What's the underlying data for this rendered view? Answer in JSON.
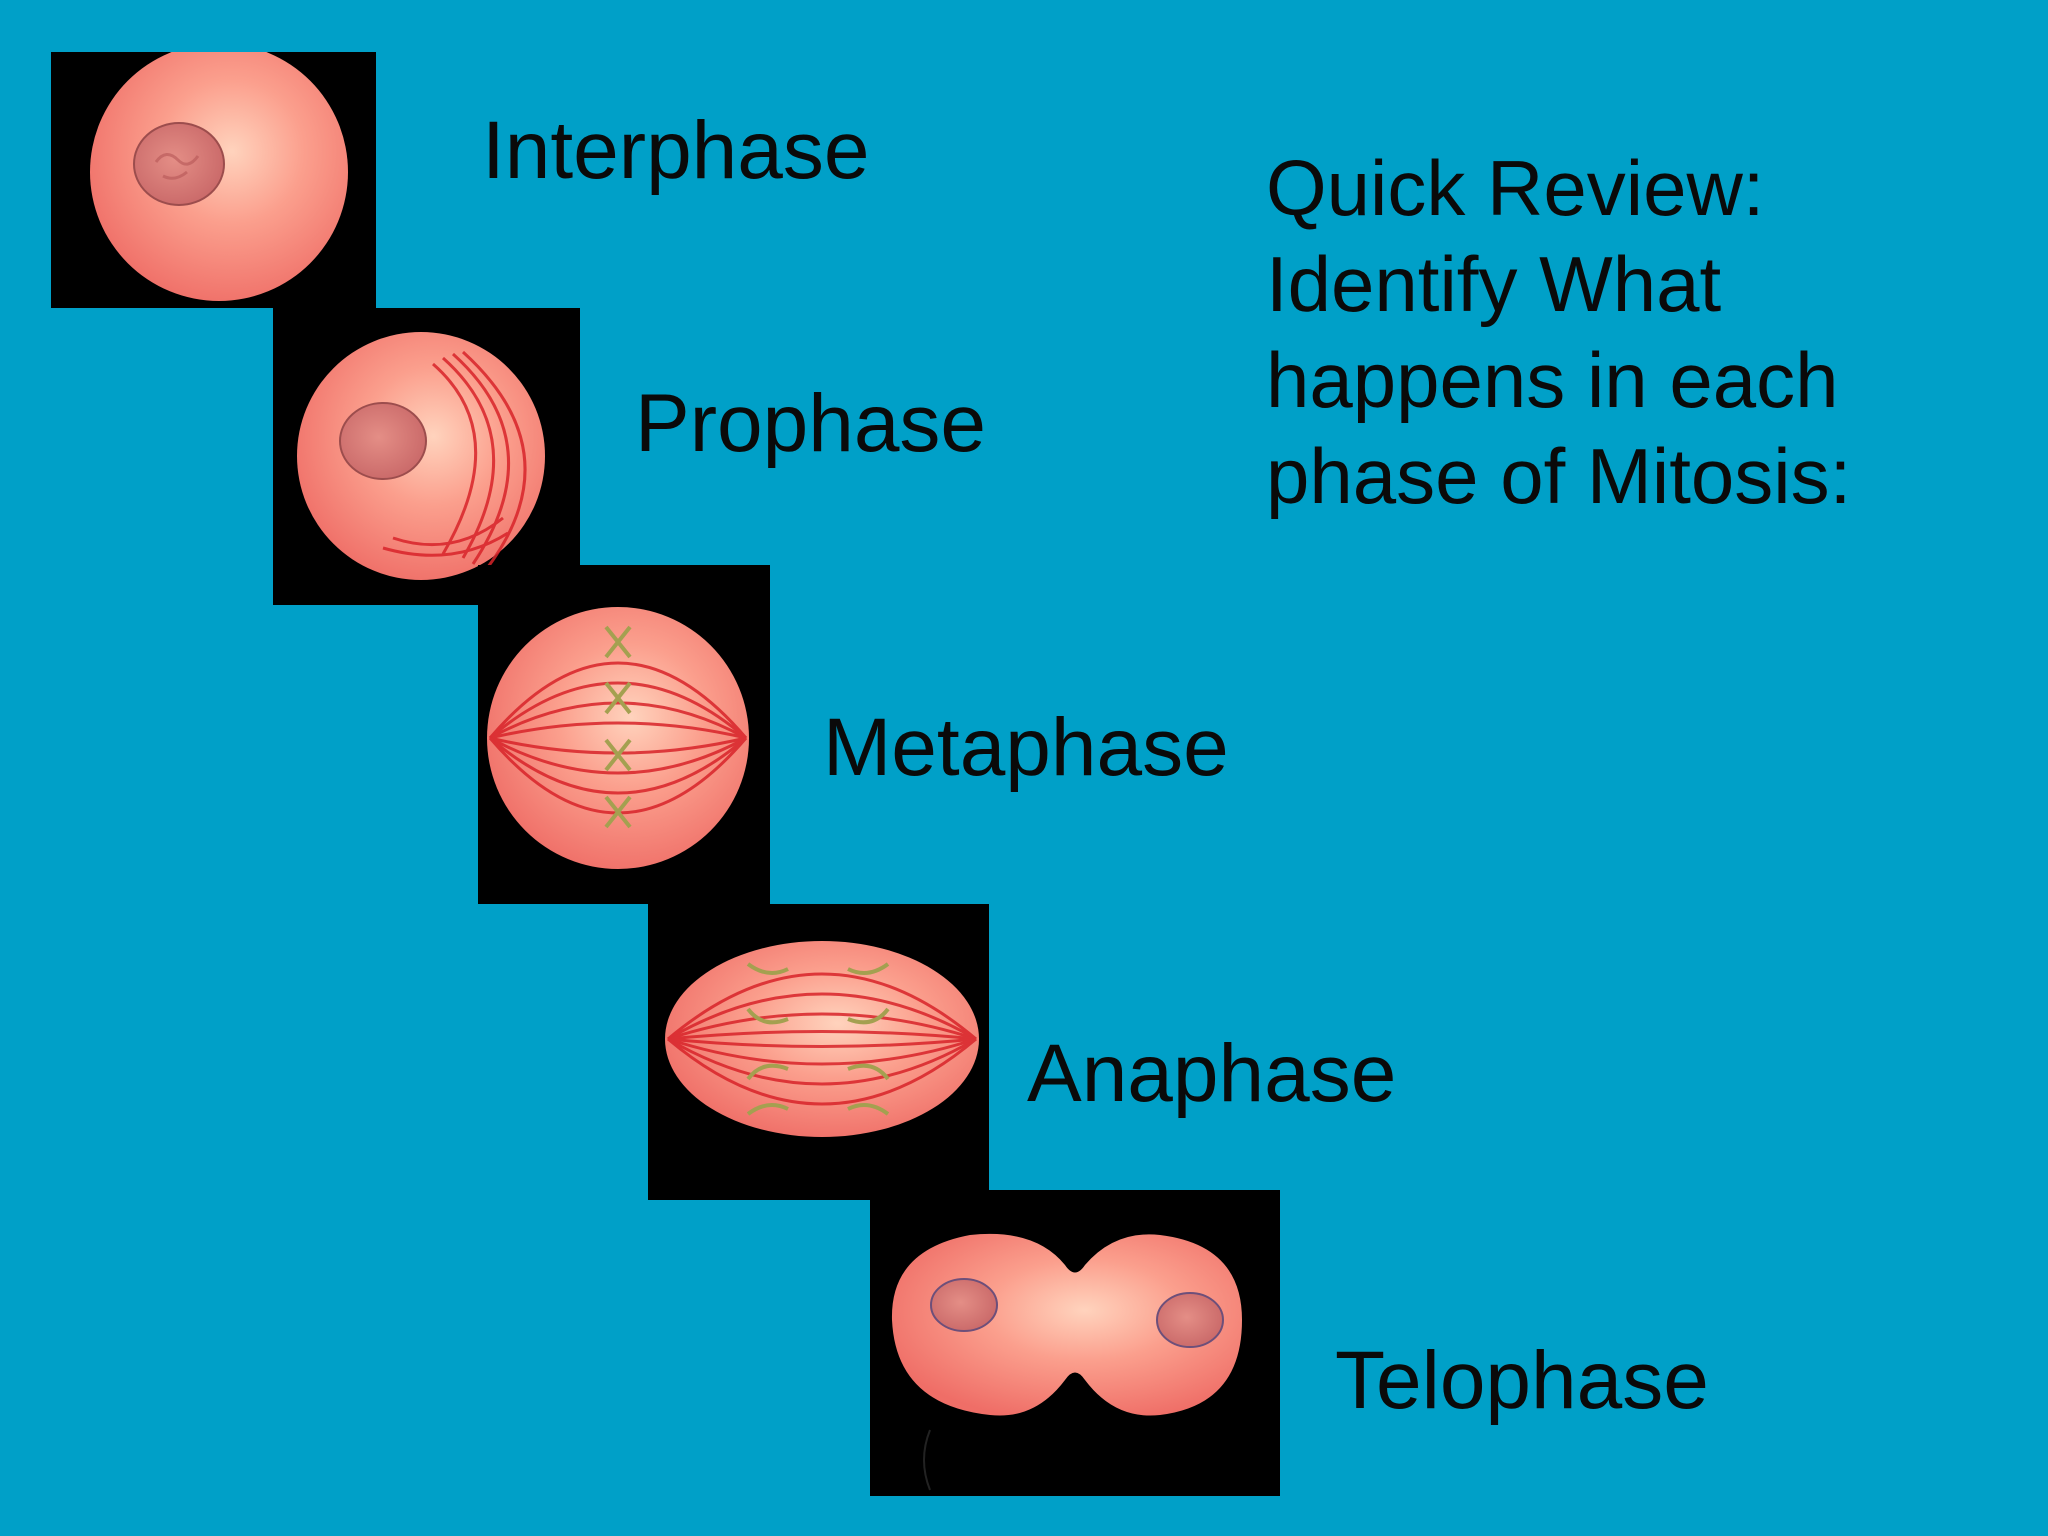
{
  "phases": [
    {
      "id": "interphase",
      "label": "Interphase"
    },
    {
      "id": "prophase",
      "label": "Prophase"
    },
    {
      "id": "metaphase",
      "label": "Metaphase"
    },
    {
      "id": "anaphase",
      "label": "Anaphase"
    },
    {
      "id": "telophase",
      "label": "Telophase"
    }
  ],
  "review": {
    "lines": [
      "Quick Review:",
      "Identify What",
      "happens in each",
      "phase of Mitosis:"
    ]
  },
  "colors": {
    "background": "#00a0c8",
    "cell": "#f07a6e",
    "cell_highlight": "#ffc6b0",
    "spindle": "#d8242a",
    "chromosome": "#a4a050",
    "nucleus": "#c96868"
  }
}
